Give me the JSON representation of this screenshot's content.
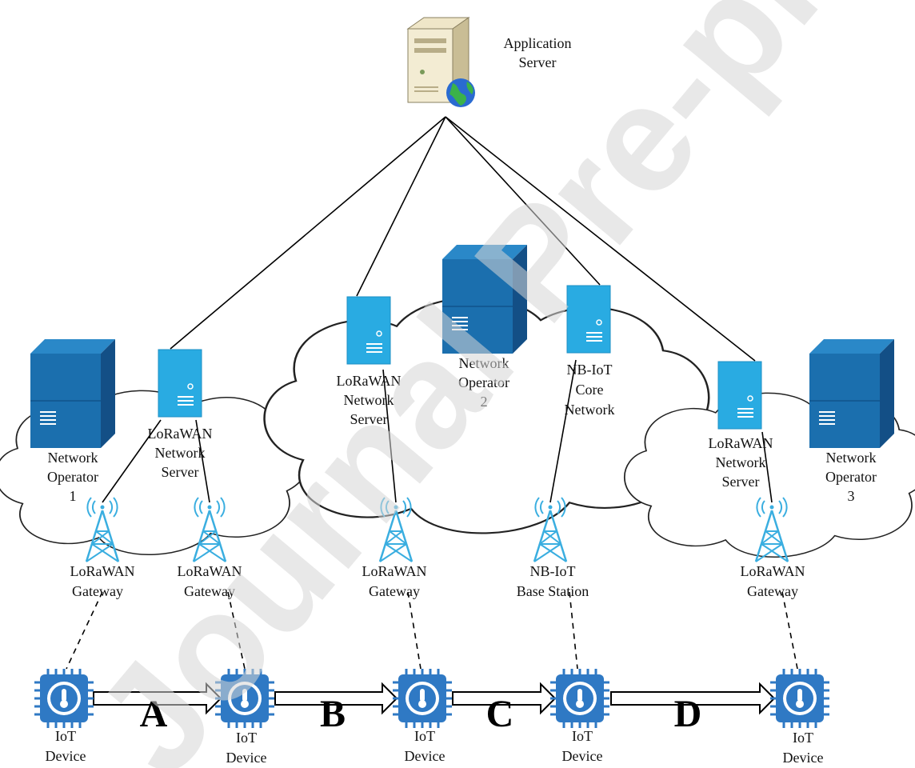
{
  "watermark": "Journal Pre-proof",
  "app_server": {
    "line1": "Application",
    "line2": "Server"
  },
  "operators": [
    {
      "line1": "Network",
      "line2": "Operator",
      "line3": "1"
    },
    {
      "line1": "Network",
      "line2": "Operator",
      "line3": "2"
    },
    {
      "line1": "Network",
      "line2": "Operator",
      "line3": "3"
    }
  ],
  "network_servers": [
    {
      "line1": "LoRaWAN",
      "line2": "Network",
      "line3": "Server"
    },
    {
      "line1": "LoRaWAN",
      "line2": "Network",
      "line3": "Server"
    },
    {
      "line1": "NB-IoT",
      "line2": "Core",
      "line3": "Network"
    },
    {
      "line1": "LoRaWAN",
      "line2": "Network",
      "line3": "Server"
    }
  ],
  "stations": [
    {
      "line1": "LoRaWAN",
      "line2": "Gateway"
    },
    {
      "line1": "LoRaWAN",
      "line2": "Gateway"
    },
    {
      "line1": "LoRaWAN",
      "line2": "Gateway"
    },
    {
      "line1": "NB-IoT",
      "line2": "Base Station"
    },
    {
      "line1": "LoRaWAN",
      "line2": "Gateway"
    }
  ],
  "devices": [
    {
      "line1": "IoT",
      "line2": "Device"
    },
    {
      "line1": "IoT",
      "line2": "Device"
    },
    {
      "line1": "IoT",
      "line2": "Device"
    },
    {
      "line1": "IoT",
      "line2": "Device"
    },
    {
      "line1": "IoT",
      "line2": "Device"
    }
  ],
  "transitions": [
    "A",
    "B",
    "C",
    "D"
  ],
  "colors": {
    "server_light": "#29abe2",
    "server_dark": "#1b6fae",
    "tower": "#3aaee0",
    "chip": "#2f79c4",
    "line": "#000000"
  }
}
